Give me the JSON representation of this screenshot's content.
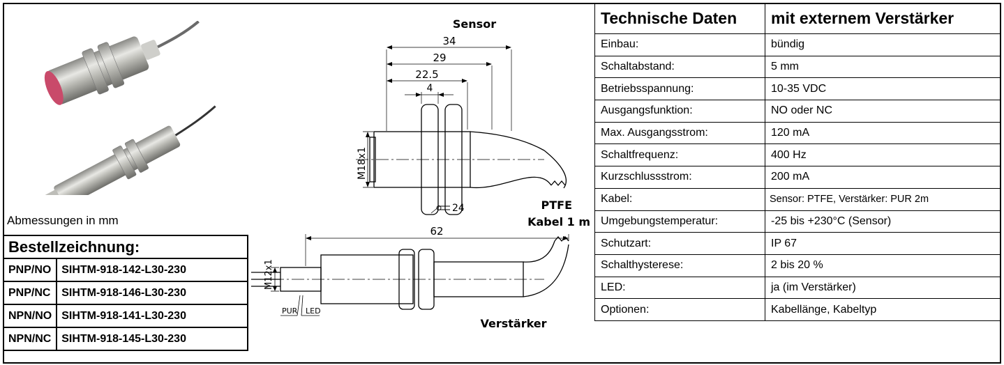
{
  "caption": "Abmessungen in mm",
  "order": {
    "title": "Bestellzeichnung:",
    "rows": [
      {
        "code": "PNP/NO",
        "part": "SIHTM-918-142-L30-230"
      },
      {
        "code": "PNP/NC",
        "part": "SIHTM-918-146-L30-230"
      },
      {
        "code": "NPN/NO",
        "part": "SIHTM-918-141-L30-230"
      },
      {
        "code": "NPN/NC",
        "part": "SIHTM-918-145-L30-230"
      }
    ]
  },
  "drawing": {
    "sensor_title": "Sensor",
    "dim_34": "34",
    "dim_29": "29",
    "dim_22_5": "22.5",
    "dim_4": "4",
    "thread_sensor": "M18x1",
    "wrench": "24",
    "cable_1": "PTFE",
    "cable_2": "Kabel  1 m",
    "dim_62": "62",
    "thread_amp": "M12x1",
    "pur": "PUR",
    "led": "LED",
    "amp_title": "Verstärker"
  },
  "tech": {
    "h1": "Technische Daten",
    "h2": "mit externem Verstärker",
    "rows": [
      {
        "k": "Einbau:",
        "v": "bündig"
      },
      {
        "k": "Schaltabstand:",
        "v": "5 mm"
      },
      {
        "k": "Betriebsspannung:",
        "v": "10-35 VDC"
      },
      {
        "k": "Ausgangsfunktion:",
        "v": "NO oder NC"
      },
      {
        "k": "Max. Ausgangsstrom:",
        "v": "120 mA"
      },
      {
        "k": "Schaltfrequenz:",
        "v": "400 Hz"
      },
      {
        "k": "Kurzschlussstrom:",
        "v": "200 mA"
      },
      {
        "k": "Kabel:",
        "v": "Sensor: PTFE, Verstärker: PUR 2m"
      },
      {
        "k": "Umgebungstemperatur:",
        "v": "-25 bis +230°C (Sensor)"
      },
      {
        "k": "Schutzart:",
        "v": "IP 67"
      },
      {
        "k": "Schalthysterese:",
        "v": "2 bis 20 %"
      },
      {
        "k": "LED:",
        "v": "ja (im Verstärker)"
      },
      {
        "k": "Optionen:",
        "v": "Kabellänge, Kabeltyp"
      }
    ]
  }
}
